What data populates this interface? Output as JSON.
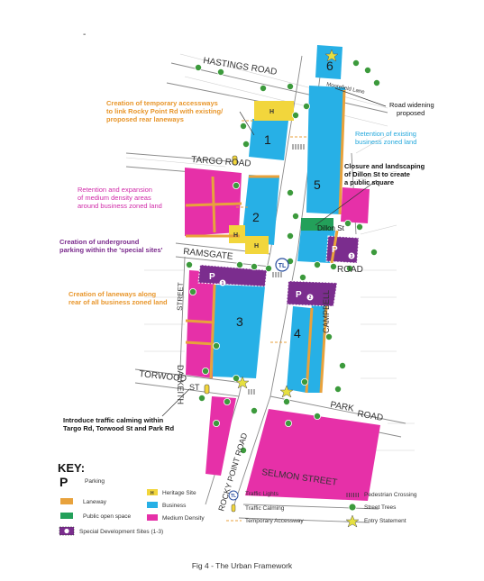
{
  "colors": {
    "business": "#27b0e6",
    "medium_density": "#e630a8",
    "heritage": "#f2d63c",
    "laneway": "#e8a23c",
    "open_space": "#23a05a",
    "special": "#7b2d8e",
    "tree": "#3c9a3c",
    "entry": "#e6e040"
  },
  "roads": {
    "hastings": "HASTINGS ROAD",
    "targo": "TARGO ROAD",
    "ramsgate": "RAMSGATE",
    "ramsgate_road": "ROAD",
    "street_vertical": "STREET",
    "dalkeith": "DALKEITH",
    "campbell": "CAMPBELL",
    "torwood": "TORWOOD",
    "torwood_st": "ST",
    "park": "PARK",
    "park_road": "ROAD",
    "rocky_point": "ROCKY POINT ROAD",
    "selmon": "SELMON STREET",
    "moorefield_lane": "Moorefield Lane",
    "dillon": "Dillon St"
  },
  "zones": {
    "z1": "1",
    "z2": "2",
    "z3": "3",
    "z4": "4",
    "z5": "5",
    "z6": "6"
  },
  "markers": {
    "heritage": "H",
    "parking": "P",
    "traffic_lights": "TL",
    "site1": "1",
    "site2": "2",
    "site3": "3"
  },
  "annotations": {
    "temp_access": [
      "Creation of temporary accessways",
      "to link Rocky Point Rd with existing/",
      "proposed rear laneways"
    ],
    "road_widening": [
      "Road widening",
      "proposed"
    ],
    "retention_business": [
      "Retention of existing",
      "business zoned land"
    ],
    "closure_dillon": [
      "Closure and landscaping",
      "of Dillon St to create",
      "a public square"
    ],
    "medium_density": [
      "Retention and expansion",
      "of medium density areas",
      "around business zoned land"
    ],
    "underground_parking": [
      "Creation of underground",
      "parking within the 'special sites'"
    ],
    "laneways": [
      "Creation of laneways along",
      "rear of all business zoned land"
    ],
    "traffic_calming": [
      "Introduce traffic calming within",
      "Targo Rd, Torwood St and Park Rd"
    ]
  },
  "key": {
    "title": "KEY:",
    "p_symbol": "P",
    "parking": "Parking",
    "heritage_symbol": "H",
    "heritage": "Heritage Site",
    "traffic_lights": "Traffic Lights",
    "pedestrian": "Pedestrian Crossing",
    "laneway": "Laneway",
    "business": "Business",
    "traffic_calming": "Traffic Calming",
    "street_trees": "Street Trees",
    "open_space": "Public open space",
    "medium_density": "Medium Density",
    "temp_access": "Temporary Accessway",
    "entry": "Entry Statement",
    "special_sites": "Special Development Sites (1-3)"
  },
  "dash_mark": "-",
  "caption": "Fig 4 - The Urban Framework"
}
